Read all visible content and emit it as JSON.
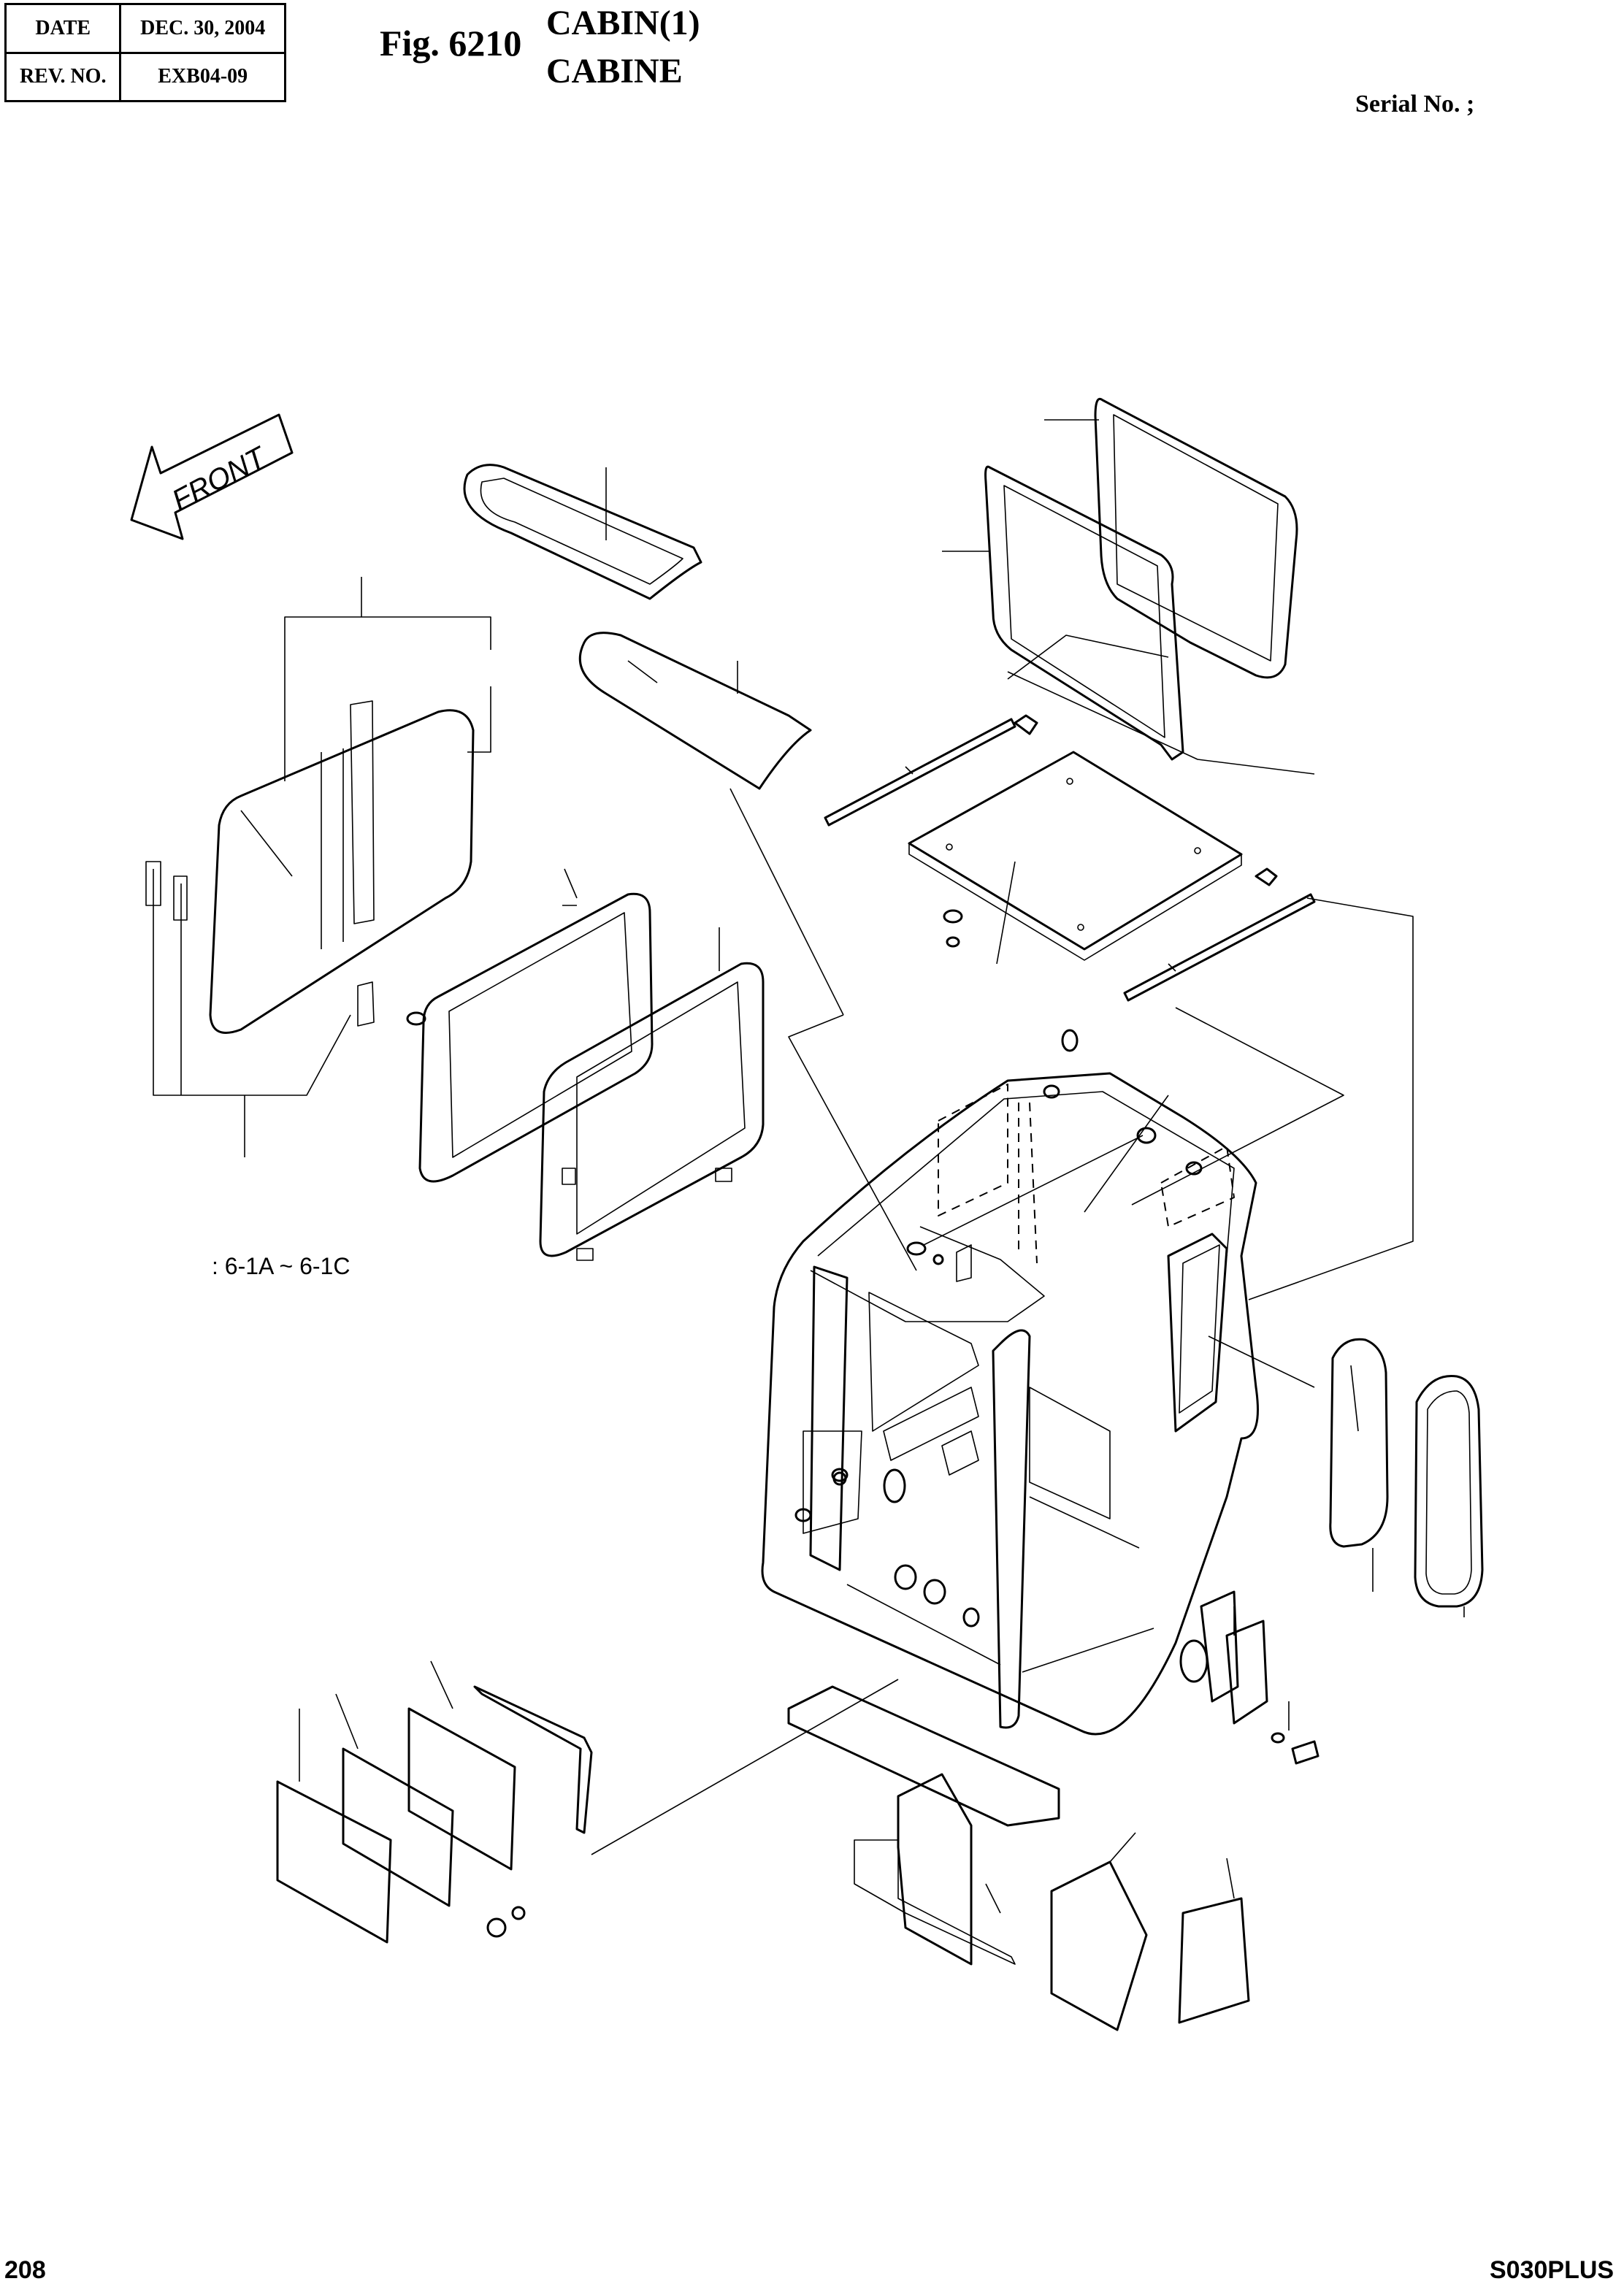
{
  "header": {
    "date_label": "DATE",
    "date_value": "DEC. 30, 2004",
    "rev_label": "REV. NO.",
    "rev_value": "EXB04-09",
    "fig_number": "Fig. 6210",
    "title_line1": "CABIN(1)",
    "title_line2": "CABINE",
    "serial_label": "Serial No. ;"
  },
  "diagram": {
    "front_label": "FRONT",
    "reference_note": ": 6-1A ~ 6-1C"
  },
  "footer": {
    "page_number": "208",
    "model": "S030PLUS"
  }
}
